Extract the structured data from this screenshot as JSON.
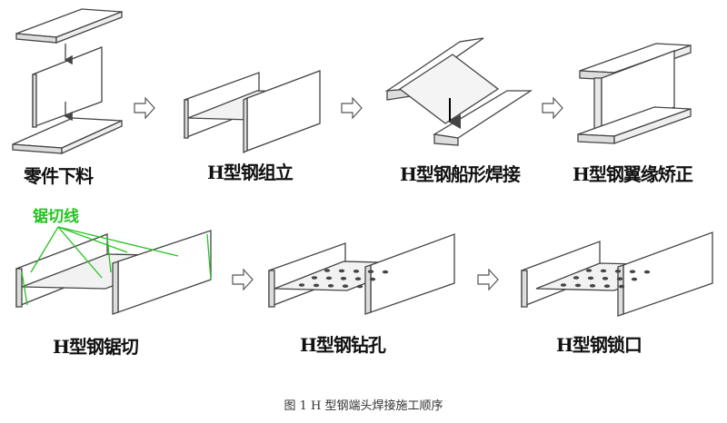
{
  "steps": [
    {
      "id": "s1",
      "label": "零件下料"
    },
    {
      "id": "s2",
      "label": "H型钢组立"
    },
    {
      "id": "s3",
      "label": "H型钢船形焊接"
    },
    {
      "id": "s4",
      "label": "H型钢翼缘矫正"
    },
    {
      "id": "s5",
      "label": "H型钢锯切"
    },
    {
      "id": "s6",
      "label": "H型钢钻孔"
    },
    {
      "id": "s7",
      "label": "H型钢锁口"
    }
  ],
  "saw_line_label": "锯切线",
  "caption": "图 1 H 型钢端头焊接施工顺序",
  "colors": {
    "line": "#444444",
    "face": "#ffffff",
    "side": "#d9d9d9",
    "saw": "#22c41e"
  }
}
